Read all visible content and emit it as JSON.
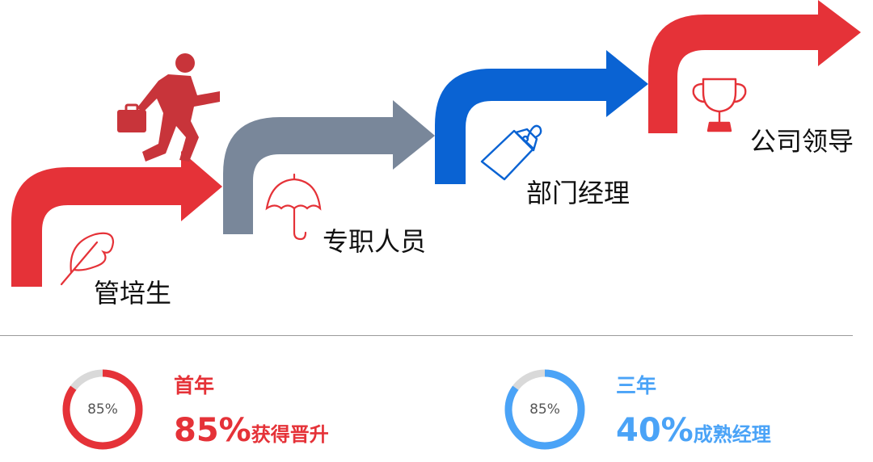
{
  "steps": [
    {
      "label": "管培生",
      "color": "#e53238",
      "icon": "feather-icon"
    },
    {
      "label": "专职人员",
      "color": "#79879a",
      "icon": "umbrella-icon"
    },
    {
      "label": "部门经理",
      "color": "#0a63d3",
      "icon": "tag-icon"
    },
    {
      "label": "公司领导",
      "color": "#e53238",
      "icon": "trophy-icon"
    }
  ],
  "stats": [
    {
      "ring_label": "85%",
      "progress": 0.85,
      "heading": "首年",
      "big_value": "85%",
      "description": "获得晋升",
      "color": "#e53238"
    },
    {
      "ring_label": "85%",
      "progress": 0.85,
      "heading": "三年",
      "big_value": "40%",
      "description": "成熟经理",
      "color": "#4aa3f7"
    }
  ],
  "colors": {
    "ring_track": "#d9d9d9",
    "divider": "#9a9a9a"
  }
}
